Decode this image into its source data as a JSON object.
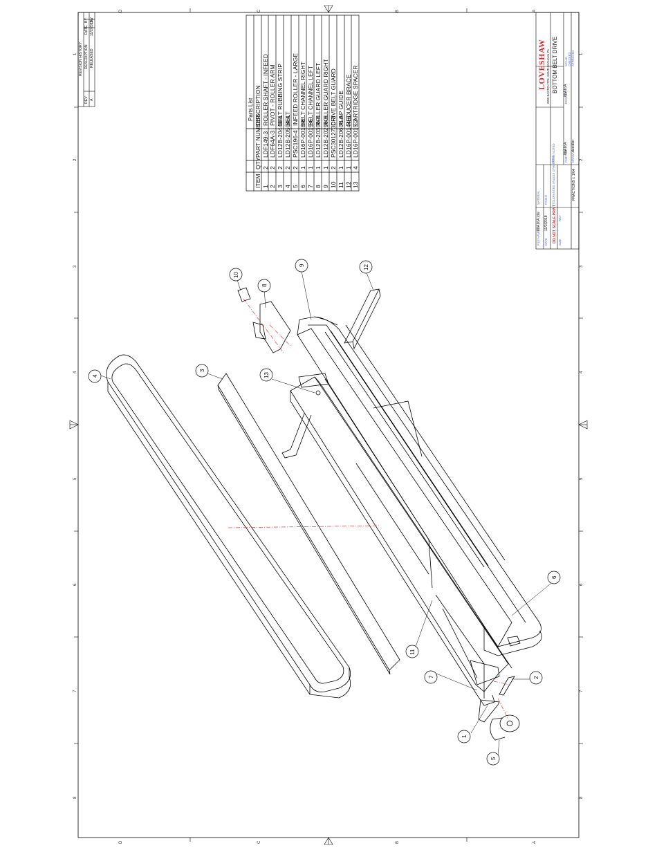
{
  "sheet": {
    "zones": {
      "top": [
        "D",
        "C",
        "B",
        "A"
      ],
      "bottom": [
        "D",
        "C",
        "B",
        "A"
      ],
      "left": [
        "1",
        "2",
        "3",
        "4",
        "5",
        "6",
        "7",
        "8"
      ],
      "right": [
        "1",
        "2",
        "3",
        "4",
        "5",
        "6",
        "7",
        "8"
      ]
    }
  },
  "revision_history": {
    "title": "REVISION HISTORY",
    "headers": [
      "REV",
      "DESCRIPTION",
      "DATE",
      "BY"
    ],
    "rows": [
      [
        "A",
        "RELEASED",
        "11/2/2018",
        "DW"
      ]
    ]
  },
  "parts_list": {
    "title": "Parts List",
    "headers": [
      "ITEM",
      "QTY",
      "PART NUMBER",
      "DESCRIPTION"
    ],
    "rows": [
      [
        "1",
        "2",
        "LDF149-3",
        "ROLLER SHAFT - INFEED"
      ],
      [
        "2",
        "2",
        "LDF64A-3",
        "PIVOT - ROLLER ARM"
      ],
      [
        "3",
        "2",
        "LD12B-20444-4",
        "BELT RUBBING STRIP"
      ],
      [
        "4",
        "2",
        "LD12B-20504-4",
        "BELT"
      ],
      [
        "5",
        "2",
        "PSC196-4",
        "INFEED ROLLER - LARGE"
      ],
      [
        "6",
        "1",
        "LD16P-0018-6",
        "BELT CHANNEL RIGHT"
      ],
      [
        "7",
        "1",
        "LD16P-0019-6",
        "BELT CHANNEL LEFT"
      ],
      [
        "8",
        "1",
        "LD12B-20306-6",
        "ROLLER GUARD LEFT"
      ],
      [
        "9",
        "1",
        "LD12B-20296-6",
        "ROLLER GUARD RIGHT"
      ],
      [
        "10",
        "2",
        "PSC301273C-3",
        "DRIVE BELT GUARD"
      ],
      [
        "11",
        "1",
        "LD12B-20606-6",
        "FLAP GUIDE"
      ],
      [
        "12",
        "1",
        "LD16P-00144-6",
        "REDUCER BRACE"
      ],
      [
        "13",
        "4",
        "LD16P-0015-3",
        "CARTRIDGE SPACER"
      ]
    ]
  },
  "title_block": {
    "company": "LOVESHAW",
    "address": "2206 EASTON TPK, SOUTH CANAAN PA",
    "title": "BOTTOM BELT DRIVE",
    "part_number": "88A16A",
    "drawing_number": "88A16A",
    "file_name": "88A16A.idw",
    "date": "11/2/2018",
    "fractions": "FRACTIONS ± 1/64",
    "drawn_by": "dzeidler",
    "scale_note": "DO NOT SCALE PRINT",
    "tolerances_header": "TOLERANCES UNLESS OTHERWISE NOTED",
    "field_labels": [
      "ITEM",
      "PART NO.",
      "DWG NO.",
      "DRAWN",
      "SCALE",
      "CHECKED",
      "APPROVED",
      "FILE NAME",
      "DATE",
      "MATERIAL",
      "FINISH",
      "SIZE",
      "REV"
    ]
  },
  "callouts": [
    "1",
    "2",
    "3",
    "4",
    "5",
    "6",
    "7",
    "8",
    "9",
    "10",
    "11",
    "12",
    "13"
  ]
}
